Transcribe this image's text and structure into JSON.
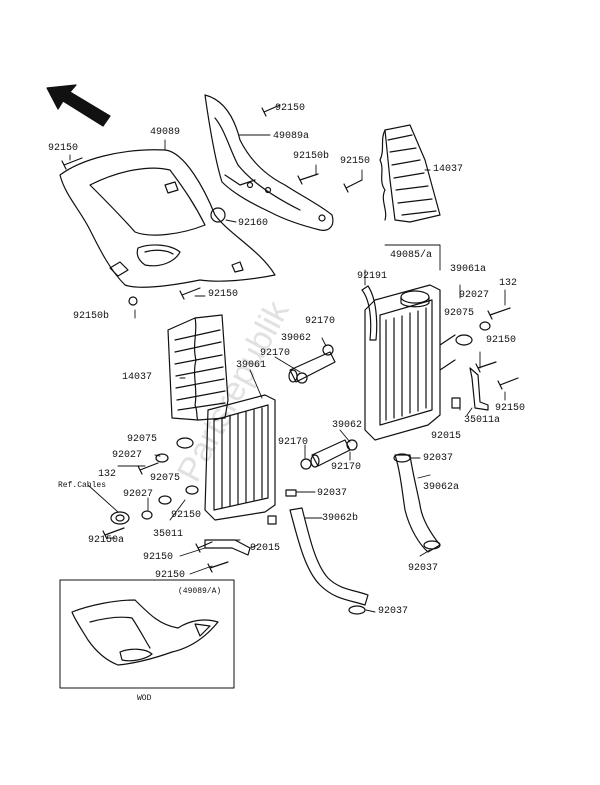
{
  "watermark": "Partsrepublik",
  "labels": {
    "l92150_top": "92150",
    "l49089a": "49089a",
    "l49089": "49089",
    "l92150_left": "92150",
    "l92150b_mid": "92150b",
    "l92150_mid": "92150",
    "l14037_top": "14037",
    "l92160": "92160",
    "l49085a": "49085/a",
    "l39061a": "39061a",
    "l92191": "92191",
    "l92027_r": "92027",
    "l132_r": "132",
    "l92150_center": "92150",
    "l92150b_left": "92150b",
    "l92170_a": "92170",
    "l92075_r": "92075",
    "l39062_top": "39062",
    "l92170_b": "92170",
    "l92150_r1": "92150",
    "l14037_left": "14037",
    "l39061": "39061",
    "l92150_r2": "92150",
    "l35011a": "35011a",
    "l39062_mid": "39062",
    "l92015_r": "92015",
    "l92075_l": "92075",
    "l92170_c": "92170",
    "l92170_d": "92170",
    "l92037_r1": "92037",
    "l92027_l": "92027",
    "l132_l": "132",
    "l92075_l2": "92075",
    "l92037_mid": "92037",
    "l39062a": "39062a",
    "refcables": "Ref.Cables",
    "l92027_l2": "92027",
    "l92150_l3": "92150",
    "l39062b": "39062b",
    "l35011": "35011",
    "l92015_l": "92015",
    "l92150a": "92150a",
    "l92037_r2": "92037",
    "l92150_b1": "92150",
    "l92150_b2": "92150",
    "l92037_bottom": "92037",
    "inset_ref": "(49089/A)",
    "inset_caption": "WOD"
  }
}
